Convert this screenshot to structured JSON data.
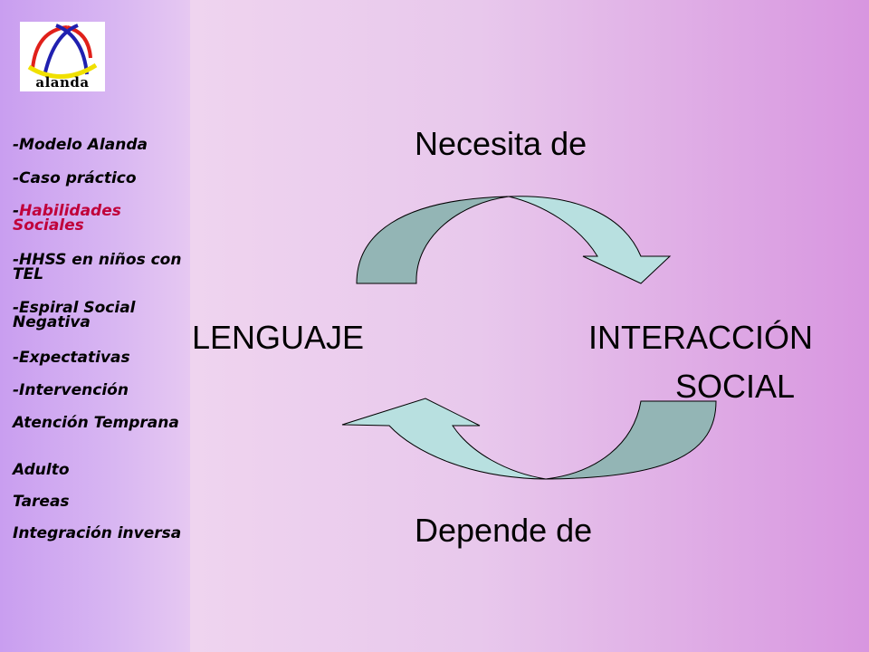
{
  "logo": {
    "text": "alanda"
  },
  "sidebar": {
    "items": [
      {
        "label": "-Modelo Alanda"
      },
      {
        "label": "-Caso práctico"
      },
      {
        "label": "Habilidades Sociales",
        "prefix": "-",
        "active": true
      },
      {
        "label": "-HHSS en niños con TEL"
      },
      {
        "label": "-Espiral Social Negativa"
      },
      {
        "label": "-Expectativas"
      },
      {
        "label": "-Intervención"
      },
      {
        "label": "Atención Temprana"
      },
      {
        "label": "Adulto"
      },
      {
        "label": "Tareas"
      },
      {
        "label": "Integración inversa"
      }
    ]
  },
  "diagram": {
    "top_label": "Necesita de",
    "left_label": "LENGUAJE",
    "right_label_line1": "INTERACCIÓN",
    "right_label_line2": "SOCIAL",
    "bottom_label": "Depende de",
    "colors": {
      "arrow_light": "#b8e0e0",
      "arrow_dark": "#93b5b5",
      "accent_active": "#c0003a"
    }
  }
}
